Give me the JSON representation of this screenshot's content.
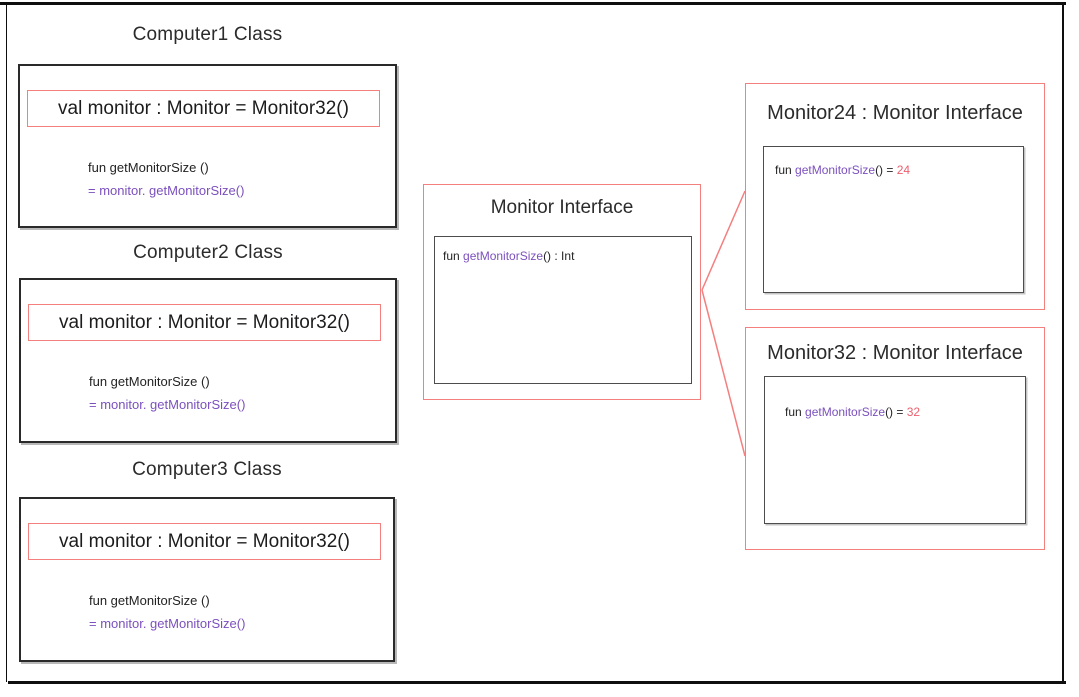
{
  "classes": [
    {
      "title": "Computer1 Class",
      "val_line": "val monitor : Monitor = Monitor32()",
      "fun_line": "fun getMonitorSize ()",
      "delegate_line": "= monitor. getMonitorSize()"
    },
    {
      "title": "Computer2 Class",
      "val_line": "val monitor : Monitor = Monitor32()",
      "fun_line": "fun getMonitorSize ()",
      "delegate_line": "= monitor. getMonitorSize()"
    },
    {
      "title": "Computer3 Class",
      "val_line": "val monitor : Monitor = Monitor32()",
      "fun_line": "fun getMonitorSize ()",
      "delegate_line": "= monitor. getMonitorSize()"
    }
  ],
  "interface_box": {
    "title": "Monitor Interface",
    "code_kw": "fun ",
    "code_fn": "getMonitorSize",
    "code_rest": "() : Int"
  },
  "implementations": [
    {
      "title": "Monitor24 : Monitor Interface",
      "code_kw": "fun ",
      "code_fn": "getMonitorSize",
      "code_mid": "() = ",
      "code_value": "24"
    },
    {
      "title": "Monitor32 : Monitor Interface",
      "code_kw": "fun ",
      "code_fn": "getMonitorSize",
      "code_mid": "() = ",
      "code_value": "32"
    }
  ],
  "colors": {
    "accent_red": "#f47f7f",
    "keyword_purple": "#7b50bd",
    "value_red": "#ed5f6f",
    "text_dark": "#232323"
  }
}
